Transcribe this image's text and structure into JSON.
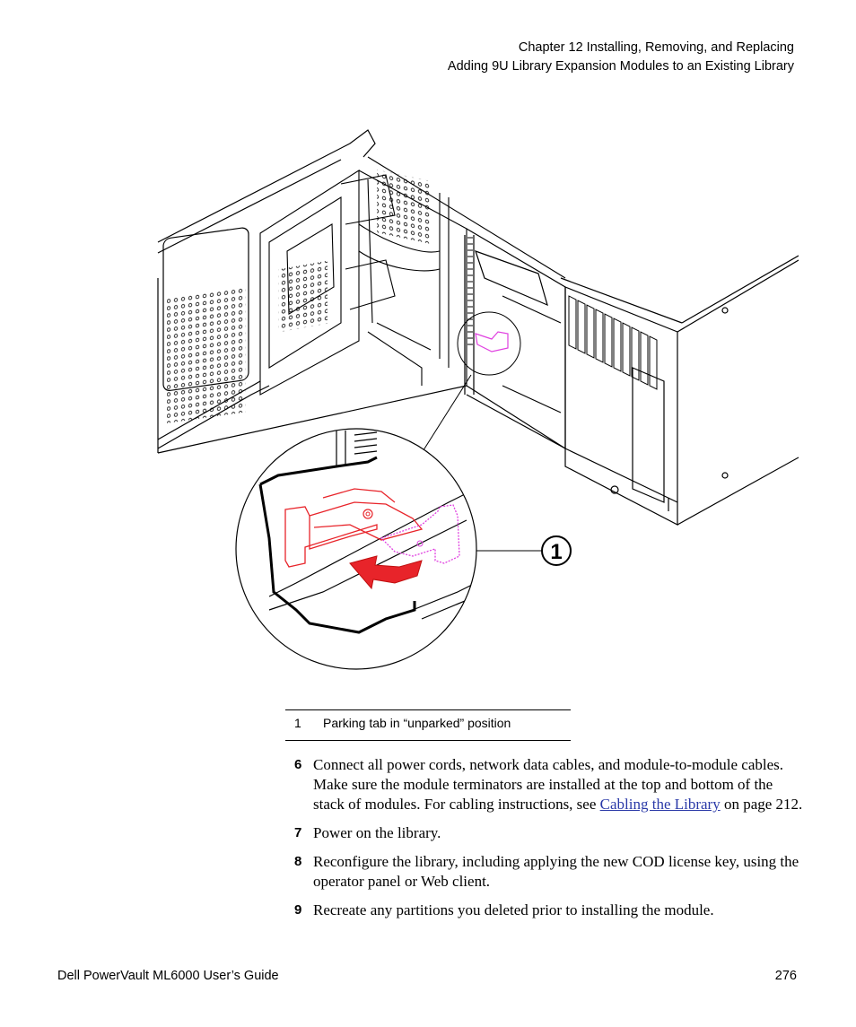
{
  "header": {
    "line1": "Chapter 12  Installing, Removing, and Replacing",
    "line2": "Adding 9U Library Expansion Modules to an Existing Library"
  },
  "figure": {
    "callout_number": "1"
  },
  "caption": {
    "number": "1",
    "text": "Parking tab in “unparked” position"
  },
  "steps": [
    {
      "num": "6",
      "text_before": "Connect all power cords, network data cables, and module-to-module cables. Make sure the module terminators are installed at the top and bottom of the stack of modules. For cabling instructions, see ",
      "link": "Cabling the Library",
      "text_after": " on page 212."
    },
    {
      "num": "7",
      "text": "Power on the library."
    },
    {
      "num": "8",
      "text": "Reconfigure the library, including applying the new COD license key, using the operator panel or Web client."
    },
    {
      "num": "9",
      "text": "Recreate any partitions you deleted prior to installing the module."
    }
  ],
  "footer": {
    "left": "Dell PowerVault ML6000 User’s Guide",
    "page": "276"
  },
  "colors": {
    "link": "#2b3aa8",
    "parking_tab_red": "#e8242a",
    "parking_tab_magenta": "#e040e0"
  }
}
